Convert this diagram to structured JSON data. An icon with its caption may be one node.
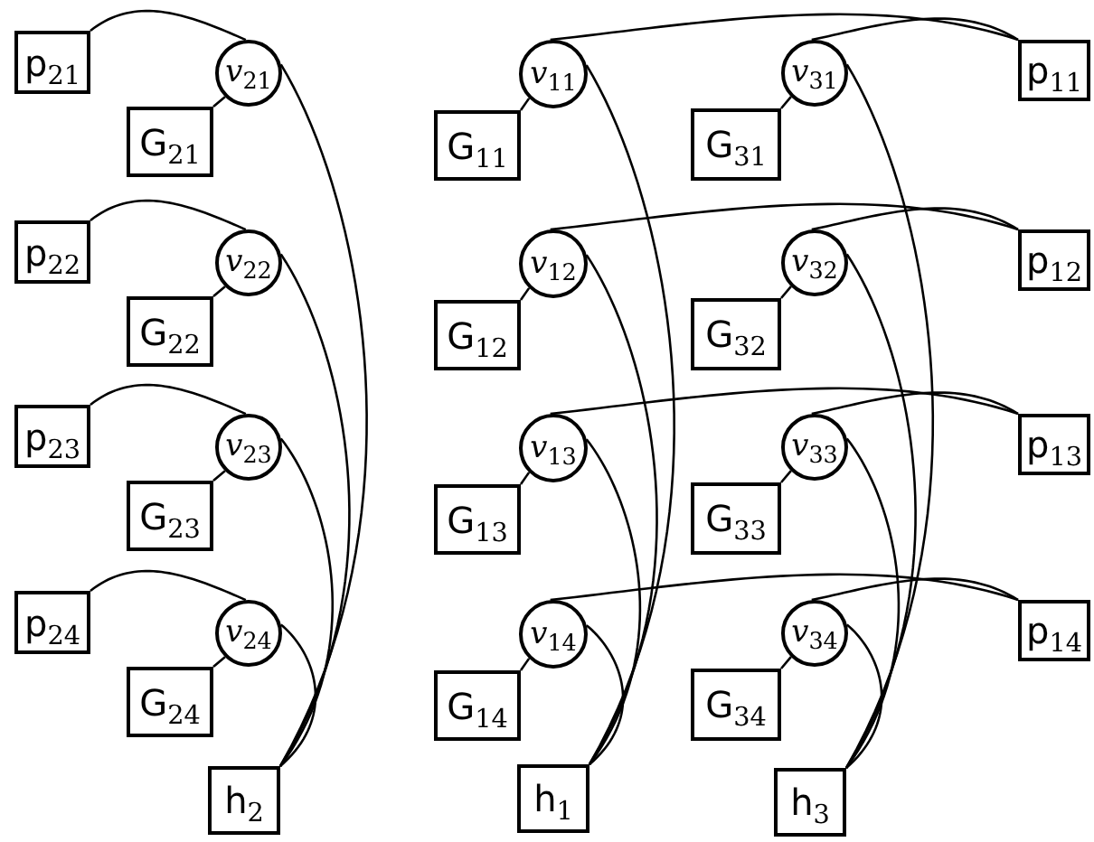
{
  "diagram": {
    "nodes": [
      {
        "text": [
          "p$_{21}$"
        ]
      },
      {
        "text": [
          "*v*$_{21}$"
        ]
      },
      {
        "text": [
          "*v*$_{11}$"
        ]
      },
      {
        "text": [
          "*v*$_{31}$"
        ]
      },
      {
        "text": [
          "p$_{11}$"
        ]
      },
      {
        "text": [
          "G$_{21}$"
        ]
      },
      {
        "text": [
          "G$_{11}$"
        ]
      },
      {
        "text": [
          "G$_{31}$"
        ]
      },
      {
        "text": [
          "p$_{22}$"
        ]
      },
      {
        "text": [
          "*v*$_{22}$"
        ]
      },
      {
        "text": [
          "*v*$_{12}$"
        ]
      },
      {
        "text": [
          "*v*$_{32}$"
        ]
      },
      {
        "text": [
          "p$_{12}$"
        ]
      },
      {
        "text": [
          "G$_{22}$"
        ]
      },
      {
        "text": [
          "G$_{12}$"
        ]
      },
      {
        "text": [
          "G$_{32}$"
        ]
      },
      {
        "text": [
          "p$_{23}$"
        ]
      },
      {
        "text": [
          "*v*$_{23}$"
        ]
      },
      {
        "text": [
          "*v*$_{13}$"
        ]
      },
      {
        "text": [
          "*v*$_{33}$"
        ]
      },
      {
        "text": [
          "p$_{13}$"
        ]
      },
      {
        "text": [
          "G$_{23}$"
        ]
      },
      {
        "text": [
          "G$_{13}$"
        ]
      },
      {
        "text": [
          "G$_{33}$"
        ]
      },
      {
        "text": [
          "p$_{24}$"
        ]
      },
      {
        "text": [
          "*v*$_{24}$"
        ]
      },
      {
        "text": [
          "*v*$_{14}$"
        ]
      },
      {
        "text": [
          "*v*$_{34}$"
        ]
      },
      {
        "text": [
          "p$_{14}$"
        ]
      },
      {
        "text": [
          "G$_{24}$"
        ]
      },
      {
        "text": [
          "G$_{14}$"
        ]
      },
      {
        "text": [
          "G$_{34}$"
        ]
      },
      {
        "text": [
          "h$_{2}$"
        ]
      },
      {
        "text": [
          "h$_{1}$"
        ]
      },
      {
        "text": [
          "h$_{3}$"
        ]
      }
    ],
    "edges": [
      {
        "from": 0,
        "to": 1,
        "arrow": "none"
      },
      {
        "from": 1,
        "to": 5,
        "arrow": "none"
      },
      {
        "from": 1,
        "to": 32,
        "arrow": "none"
      },
      {
        "from": 2,
        "to": 4,
        "arrow": "none"
      },
      {
        "from": 2,
        "to": 6,
        "arrow": "none"
      },
      {
        "from": 2,
        "to": 33,
        "arrow": "none"
      },
      {
        "from": 3,
        "to": 4,
        "arrow": "none"
      },
      {
        "from": 3,
        "to": 7,
        "arrow": "none"
      },
      {
        "from": 3,
        "to": 34,
        "arrow": "none"
      },
      {
        "from": 8,
        "to": 9,
        "arrow": "none"
      },
      {
        "from": 9,
        "to": 13,
        "arrow": "none"
      },
      {
        "from": 9,
        "to": 32,
        "arrow": "none"
      },
      {
        "from": 10,
        "to": 12,
        "arrow": "none"
      },
      {
        "from": 10,
        "to": 14,
        "arrow": "none"
      },
      {
        "from": 10,
        "to": 33,
        "arrow": "none"
      },
      {
        "from": 11,
        "to": 12,
        "arrow": "none"
      },
      {
        "from": 11,
        "to": 15,
        "arrow": "none"
      },
      {
        "from": 11,
        "to": 34,
        "arrow": "none"
      },
      {
        "from": 16,
        "to": 17,
        "arrow": "none"
      },
      {
        "from": 17,
        "to": 21,
        "arrow": "none"
      },
      {
        "from": 17,
        "to": 32,
        "arrow": "none"
      },
      {
        "from": 18,
        "to": 20,
        "arrow": "none"
      },
      {
        "from": 18,
        "to": 22,
        "arrow": "none"
      },
      {
        "from": 18,
        "to": 33,
        "arrow": "none"
      },
      {
        "from": 19,
        "to": 20,
        "arrow": "none"
      },
      {
        "from": 19,
        "to": 23,
        "arrow": "none"
      },
      {
        "from": 19,
        "to": 34,
        "arrow": "none"
      },
      {
        "from": 24,
        "to": 25,
        "arrow": "none"
      },
      {
        "from": 25,
        "to": 29,
        "arrow": "none"
      },
      {
        "from": 25,
        "to": 32,
        "arrow": "none"
      },
      {
        "from": 26,
        "to": 28,
        "arrow": "none"
      },
      {
        "from": 26,
        "to": 30,
        "arrow": "none"
      },
      {
        "from": 26,
        "to": 33,
        "arrow": "none"
      },
      {
        "from": 27,
        "to": 28,
        "arrow": "none"
      },
      {
        "from": 27,
        "to": 31,
        "arrow": "none"
      },
      {
        "from": 27,
        "to": 34,
        "arrow": "none"
      }
    ]
  }
}
